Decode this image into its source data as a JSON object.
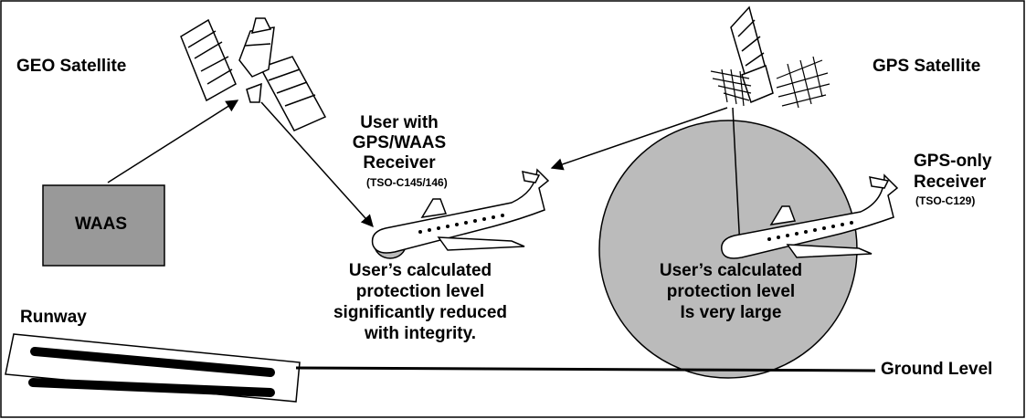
{
  "labels": {
    "geo_satellite": "GEO Satellite",
    "gps_satellite": "GPS Satellite",
    "waas_box": "WAAS",
    "user_with": "User with",
    "gps_waas": "GPS/WAAS",
    "receiver": "Receiver",
    "tso_waas": "(TSO-C145/146)",
    "gps_only": "GPS-only",
    "receiver_2": "Receiver",
    "tso_gps": "(TSO-C129)",
    "waas_pl_1": "User’s calculated",
    "waas_pl_2": "protection level",
    "waas_pl_3": "significantly reduced",
    "waas_pl_4": "with integrity.",
    "gps_pl_1": "User’s calculated",
    "gps_pl_2": "protection level",
    "gps_pl_3": "Is very large",
    "runway": "Runway",
    "ground_level": "Ground Level"
  },
  "colors": {
    "waas_box_fill": "#999999",
    "protection_circle_fill": "#bbbbbb",
    "line": "#000000",
    "background": "#ffffff"
  }
}
